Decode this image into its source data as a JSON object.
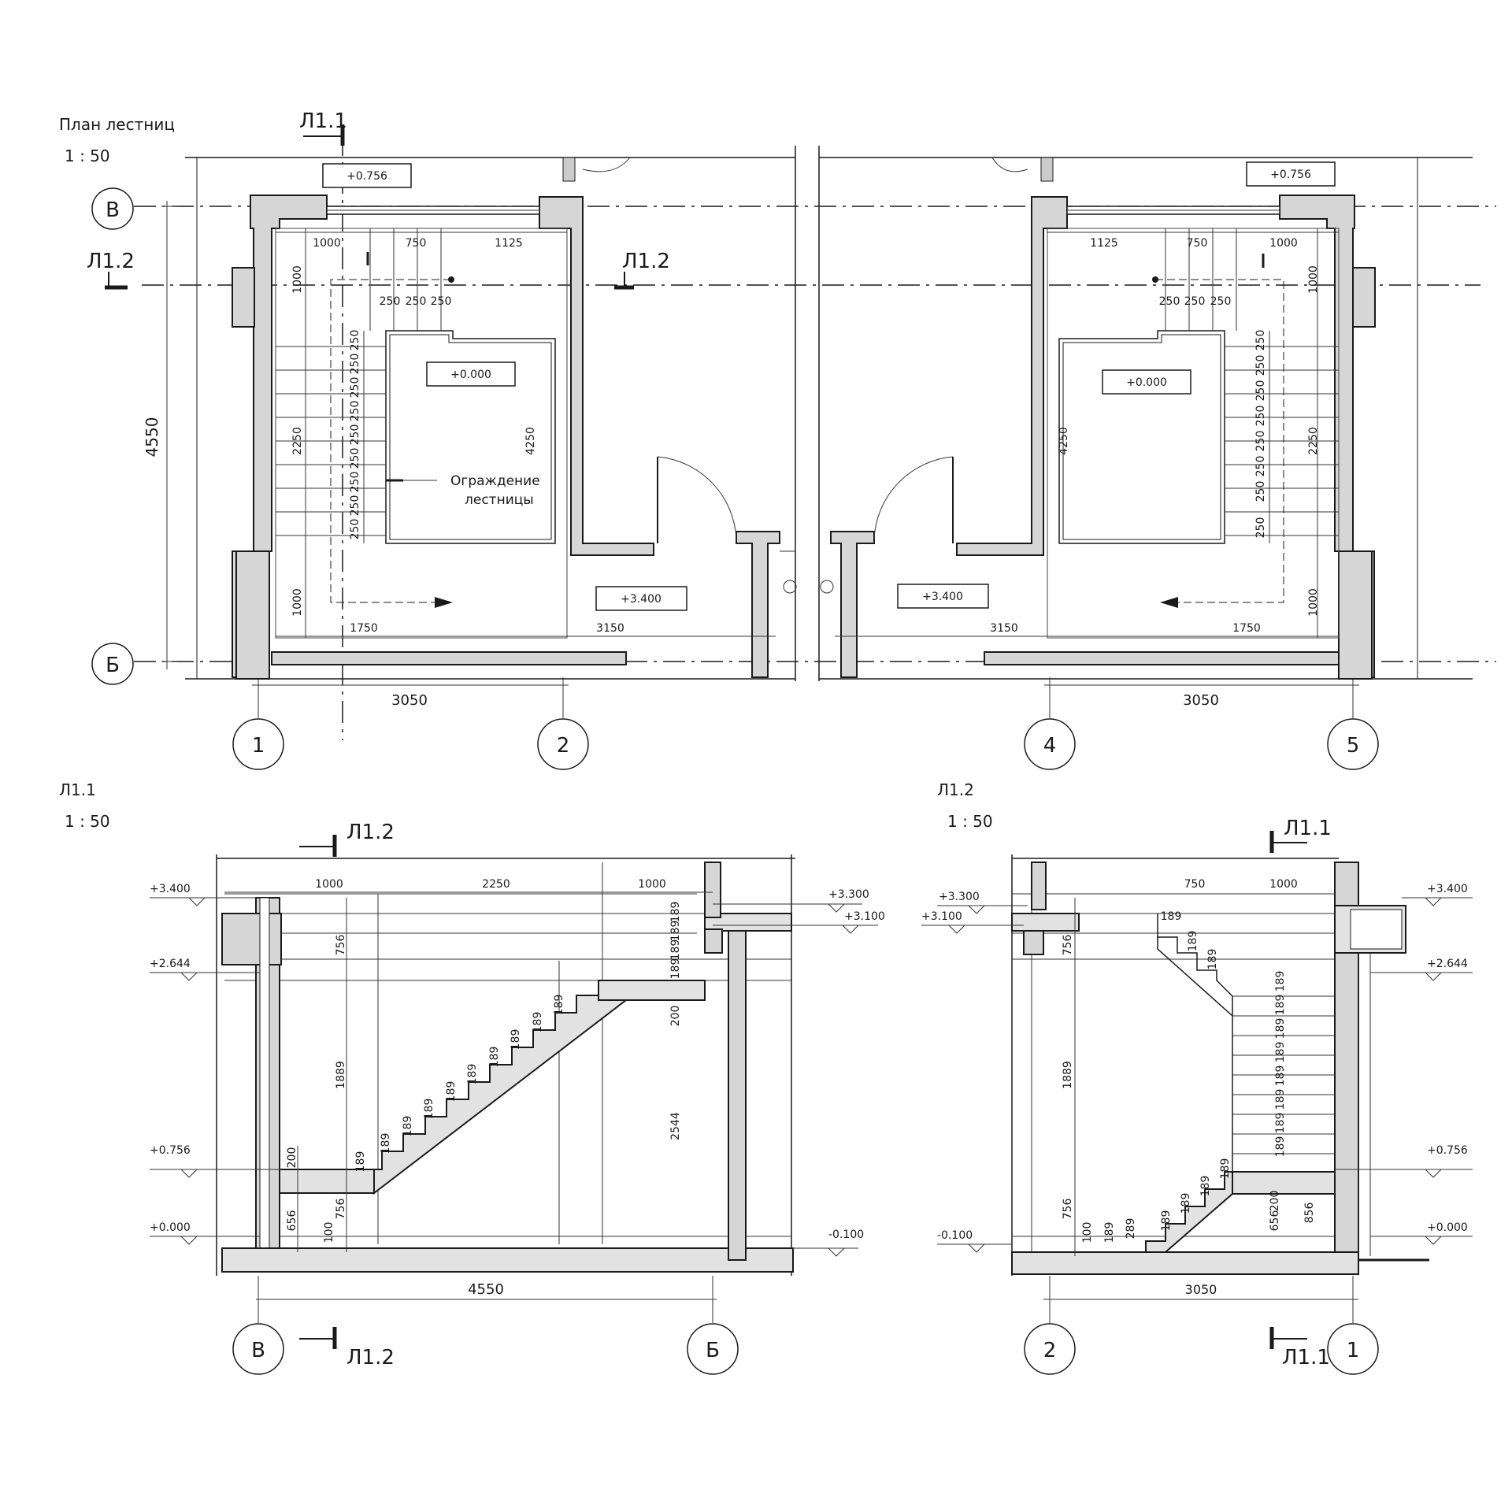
{
  "plan": {
    "title": "План лестниц",
    "scale": "1 : 50",
    "cut_l11": "Л1.1",
    "cut_l12_left": "Л1.2",
    "cut_l12_right": "Л1.2",
    "axis_v": "В",
    "axis_b": "Б",
    "axis_1": "1",
    "axis_2": "2",
    "axis_4": "4",
    "axis_5": "5",
    "dim_4550": "4550",
    "dim_3050_left": "3050",
    "dim_3050_right": "3050",
    "level_0756_left": "+0.756",
    "level_0000_left": "+0.000",
    "level_3400_left": "+3.400",
    "level_0756_right": "+0.756",
    "level_0000_right": "+0.000",
    "level_3400_right": "+3.400",
    "railing_line1": "Ограждение",
    "railing_line2": "лестницы",
    "left": {
      "top_dims": [
        "1000",
        "750",
        "1125"
      ],
      "tread_dims": [
        "250",
        "250",
        "250"
      ],
      "side_dims": [
        "250",
        "250",
        "250",
        "250",
        "250",
        "250",
        "250",
        "250",
        "250"
      ],
      "d1000_top": "1000",
      "d2250": "2250",
      "d1000_bot": "1000",
      "d4250": "4250",
      "d1750": "1750",
      "d3150": "3150"
    },
    "right": {
      "top_dims": [
        "1125",
        "750",
        "1000"
      ],
      "tread_dims": [
        "250",
        "250",
        "250"
      ],
      "side_dims": [
        "250",
        "250",
        "250",
        "250",
        "250",
        "250",
        "250",
        "250"
      ],
      "d1000_top": "1000",
      "d2250": "2250",
      "d1000_bot": "1000",
      "d4250": "4250",
      "d1750": "1750",
      "d3150": "3150"
    }
  },
  "section1": {
    "title": "Л1.1",
    "scale": "1 : 50",
    "cut_top": "Л1.2",
    "cut_bottom": "Л1.2",
    "axis_left": "В",
    "axis_right": "Б",
    "top_dims": [
      "1000",
      "2250",
      "1000"
    ],
    "lv_3400": "+3.400",
    "lv_2644": "+2.644",
    "lv_0756": "+0.756",
    "lv_0000": "+0.000",
    "lv_3300": "+3.300",
    "lv_3100": "+3.100",
    "lv_m0100": "-0.100",
    "d756_top": "756",
    "d1889": "1889",
    "d200_left": "200",
    "d656": "656",
    "d756_bot": "756",
    "d100": "100",
    "d2544": "2544",
    "d200_right": "200",
    "risers": [
      "189",
      "189",
      "189",
      "189",
      "189",
      "189",
      "189",
      "189",
      "189",
      "189"
    ],
    "risers_top": [
      "189",
      "189",
      "189",
      "189"
    ],
    "d4550": "4550"
  },
  "section2": {
    "title": "Л1.2",
    "scale": "1 : 50",
    "cut_top": "Л1.1",
    "cut_bottom": "Л1.1",
    "axis_left": "2",
    "axis_right": "1",
    "top_dims": [
      "750",
      "1000"
    ],
    "lv_3300": "+3.300",
    "lv_3100": "+3.100",
    "lv_m0100": "-0.100",
    "lv_3400": "+3.400",
    "lv_2644": "+2.644",
    "lv_0756": "+0.756",
    "lv_0000": "+0.000",
    "d756_top": "756",
    "d1889": "1889",
    "d756_bot": "756",
    "d100": "100",
    "d189a": "189",
    "d289": "289",
    "d200": "200",
    "d656": "656",
    "d856": "856",
    "risers_top": [
      "189",
      "189",
      "189"
    ],
    "risers_stack": [
      "189",
      "189",
      "189",
      "189",
      "189",
      "189",
      "189",
      "189"
    ],
    "risers_low": [
      "189",
      "189",
      "189",
      "189"
    ],
    "d3050": "3050"
  }
}
